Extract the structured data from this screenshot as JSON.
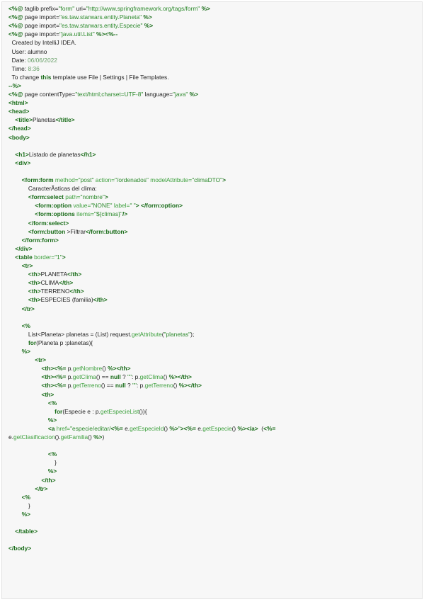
{
  "code_lines": [
    [
      {
        "t": "<%@ ",
        "c": "k"
      },
      {
        "t": "taglib prefix=",
        "c": "p"
      },
      {
        "t": "\"form\"",
        "c": "s"
      },
      {
        "t": " uri=",
        "c": "p"
      },
      {
        "t": "\"http://www.springframework.org/tags/form\"",
        "c": "s"
      },
      {
        "t": " %>",
        "c": "k"
      }
    ],
    [
      {
        "t": "<%@ ",
        "c": "k"
      },
      {
        "t": "page import=",
        "c": "p"
      },
      {
        "t": "\"es.taw.starwars.entity.Planeta\"",
        "c": "s"
      },
      {
        "t": " %>",
        "c": "k"
      }
    ],
    [
      {
        "t": "<%@ ",
        "c": "k"
      },
      {
        "t": "page import=",
        "c": "p"
      },
      {
        "t": "\"es.taw.starwars.entity.Especie\"",
        "c": "s"
      },
      {
        "t": " %>",
        "c": "k"
      }
    ],
    [
      {
        "t": "<%@ ",
        "c": "k"
      },
      {
        "t": "page import=",
        "c": "p"
      },
      {
        "t": "\"java.util.List\"",
        "c": "s"
      },
      {
        "t": " %><%--",
        "c": "k"
      }
    ],
    [
      {
        "t": "  Created by IntelliJ IDEA.",
        "c": "c"
      }
    ],
    [
      {
        "t": "  User: alumno",
        "c": "c"
      }
    ],
    [
      {
        "t": "  Date: ",
        "c": "c"
      },
      {
        "t": "06/06/2022",
        "c": "v"
      }
    ],
    [
      {
        "t": "  Time: ",
        "c": "c"
      },
      {
        "t": "8:36",
        "c": "v"
      }
    ],
    [
      {
        "t": "  To change ",
        "c": "c"
      },
      {
        "t": "this",
        "c": "k"
      },
      {
        "t": " template use File | Settings | File Templates.",
        "c": "c"
      }
    ],
    [
      {
        "t": "--%>",
        "c": "k"
      }
    ],
    [
      {
        "t": "<%@ ",
        "c": "k"
      },
      {
        "t": "page contentType=",
        "c": "p"
      },
      {
        "t": "\"text/html;charset=UTF-8\"",
        "c": "s"
      },
      {
        "t": " language=",
        "c": "p"
      },
      {
        "t": "\"java\"",
        "c": "s"
      },
      {
        "t": " %>",
        "c": "k"
      }
    ],
    [
      {
        "t": "<html>",
        "c": "k"
      }
    ],
    [
      {
        "t": "<head>",
        "c": "k"
      }
    ],
    [
      {
        "t": "    <title>",
        "c": "k"
      },
      {
        "t": "Planetas",
        "c": "p"
      },
      {
        "t": "</title>",
        "c": "k"
      }
    ],
    [
      {
        "t": "</head>",
        "c": "k"
      }
    ],
    [
      {
        "t": "<body>",
        "c": "k"
      }
    ],
    [
      {
        "t": "",
        "c": "p"
      }
    ],
    [
      {
        "t": "    <h1>",
        "c": "k"
      },
      {
        "t": "Listado de planetas",
        "c": "p"
      },
      {
        "t": "</h1>",
        "c": "k"
      }
    ],
    [
      {
        "t": "    <div>",
        "c": "k"
      }
    ],
    [
      {
        "t": "",
        "c": "p"
      }
    ],
    [
      {
        "t": "        <form:form ",
        "c": "k"
      },
      {
        "t": "method=",
        "c": "pr"
      },
      {
        "t": "\"post\"",
        "c": "s"
      },
      {
        "t": " action=",
        "c": "pr"
      },
      {
        "t": "\"/ordenados\"",
        "c": "s"
      },
      {
        "t": " modelAttribute=",
        "c": "pr"
      },
      {
        "t": "\"climaDTO\"",
        "c": "s"
      },
      {
        "t": ">",
        "c": "k"
      }
    ],
    [
      {
        "t": "            CaracterÃ­sticas del clima:",
        "c": "p"
      }
    ],
    [
      {
        "t": "            <form:select ",
        "c": "k"
      },
      {
        "t": "path=",
        "c": "pr"
      },
      {
        "t": "\"nombre\"",
        "c": "s"
      },
      {
        "t": ">",
        "c": "k"
      }
    ],
    [
      {
        "t": "                <form:option ",
        "c": "k"
      },
      {
        "t": "value=",
        "c": "pr"
      },
      {
        "t": "\"NONE\"",
        "c": "s"
      },
      {
        "t": " label=",
        "c": "pr"
      },
      {
        "t": "\" \"",
        "c": "s"
      },
      {
        "t": "> </form:option>",
        "c": "k"
      }
    ],
    [
      {
        "t": "                <form:options ",
        "c": "k"
      },
      {
        "t": "items=",
        "c": "pr"
      },
      {
        "t": "\"${climas}\"",
        "c": "s"
      },
      {
        "t": "/>",
        "c": "k"
      }
    ],
    [
      {
        "t": "            </form:select>",
        "c": "k"
      }
    ],
    [
      {
        "t": "            <form:button ",
        "c": "k"
      },
      {
        "t": ">Filtrar",
        "c": "p"
      },
      {
        "t": "</form:button>",
        "c": "k"
      }
    ],
    [
      {
        "t": "        </form:form>",
        "c": "k"
      }
    ],
    [
      {
        "t": "    </div>",
        "c": "k"
      }
    ],
    [
      {
        "t": "    <table ",
        "c": "k"
      },
      {
        "t": "border=",
        "c": "pr"
      },
      {
        "t": "\"1\"",
        "c": "s"
      },
      {
        "t": ">",
        "c": "k"
      }
    ],
    [
      {
        "t": "        <tr>",
        "c": "k"
      }
    ],
    [
      {
        "t": "            <th>",
        "c": "k"
      },
      {
        "t": "PLANETA",
        "c": "p"
      },
      {
        "t": "</th>",
        "c": "k"
      }
    ],
    [
      {
        "t": "            <th>",
        "c": "k"
      },
      {
        "t": "CLIMA",
        "c": "p"
      },
      {
        "t": "</th>",
        "c": "k"
      }
    ],
    [
      {
        "t": "            <th>",
        "c": "k"
      },
      {
        "t": "TERRENO",
        "c": "p"
      },
      {
        "t": "</th>",
        "c": "k"
      }
    ],
    [
      {
        "t": "            <th>",
        "c": "k"
      },
      {
        "t": "ESPECIES (familia)",
        "c": "p"
      },
      {
        "t": "</th>",
        "c": "k"
      }
    ],
    [
      {
        "t": "        </tr>",
        "c": "k"
      }
    ],
    [
      {
        "t": "",
        "c": "p"
      }
    ],
    [
      {
        "t": "        <%",
        "c": "k"
      }
    ],
    [
      {
        "t": "            List<Planeta> planetas = (List) request.",
        "c": "p"
      },
      {
        "t": "getAttribute",
        "c": "pr"
      },
      {
        "t": "(",
        "c": "p"
      },
      {
        "t": "\"planetas\"",
        "c": "s"
      },
      {
        "t": ");",
        "c": "p"
      }
    ],
    [
      {
        "t": "            ",
        "c": "p"
      },
      {
        "t": "for",
        "c": "k"
      },
      {
        "t": "(Planeta p :planetas){",
        "c": "p"
      }
    ],
    [
      {
        "t": "        %>",
        "c": "k"
      }
    ],
    [
      {
        "t": "                <tr>",
        "c": "k"
      }
    ],
    [
      {
        "t": "                    <th><%= ",
        "c": "k"
      },
      {
        "t": "p.",
        "c": "p"
      },
      {
        "t": "getNombre",
        "c": "pr"
      },
      {
        "t": "() ",
        "c": "p"
      },
      {
        "t": "%></th>",
        "c": "k"
      }
    ],
    [
      {
        "t": "                    <th><%= ",
        "c": "k"
      },
      {
        "t": "p.",
        "c": "p"
      },
      {
        "t": "getClima",
        "c": "pr"
      },
      {
        "t": "() == ",
        "c": "p"
      },
      {
        "t": "null",
        "c": "k"
      },
      {
        "t": " ? ",
        "c": "p"
      },
      {
        "t": "\"\"",
        "c": "s"
      },
      {
        "t": ": p.",
        "c": "p"
      },
      {
        "t": "getClima",
        "c": "pr"
      },
      {
        "t": "() ",
        "c": "p"
      },
      {
        "t": "%></th>",
        "c": "k"
      }
    ],
    [
      {
        "t": "                    <th><%= ",
        "c": "k"
      },
      {
        "t": "p.",
        "c": "p"
      },
      {
        "t": "getTerreno",
        "c": "pr"
      },
      {
        "t": "() == ",
        "c": "p"
      },
      {
        "t": "null",
        "c": "k"
      },
      {
        "t": " ? ",
        "c": "p"
      },
      {
        "t": "\"\"",
        "c": "s"
      },
      {
        "t": ": p.",
        "c": "p"
      },
      {
        "t": "getTerreno",
        "c": "pr"
      },
      {
        "t": "() ",
        "c": "p"
      },
      {
        "t": "%></th>",
        "c": "k"
      }
    ],
    [
      {
        "t": "                    <th>",
        "c": "k"
      }
    ],
    [
      {
        "t": "                        <%",
        "c": "k"
      }
    ],
    [
      {
        "t": "                            ",
        "c": "p"
      },
      {
        "t": "for",
        "c": "k"
      },
      {
        "t": "(Especie e : p.",
        "c": "p"
      },
      {
        "t": "getEspecieList",
        "c": "pr"
      },
      {
        "t": "()){",
        "c": "p"
      }
    ],
    [
      {
        "t": "                        %>",
        "c": "k"
      }
    ],
    [
      {
        "t": "                        <a ",
        "c": "k"
      },
      {
        "t": "href=",
        "c": "pr"
      },
      {
        "t": "\"especie/editar/",
        "c": "s"
      },
      {
        "t": "<%= ",
        "c": "k"
      },
      {
        "t": "e.",
        "c": "p"
      },
      {
        "t": "getEspecieId",
        "c": "pr"
      },
      {
        "t": "() ",
        "c": "p"
      },
      {
        "t": "%>",
        "c": "k"
      },
      {
        "t": "\"",
        "c": "s"
      },
      {
        "t": "><%= ",
        "c": "k"
      },
      {
        "t": "e.",
        "c": "p"
      },
      {
        "t": "getEspecie",
        "c": "pr"
      },
      {
        "t": "() ",
        "c": "p"
      },
      {
        "t": "%></a>",
        "c": "k"
      },
      {
        "t": "  (",
        "c": "p"
      },
      {
        "t": "<%=",
        "c": "k"
      }
    ],
    [
      {
        "t": "e.",
        "c": "p"
      },
      {
        "t": "getClasificacion",
        "c": "pr"
      },
      {
        "t": "().",
        "c": "p"
      },
      {
        "t": "getFamilia",
        "c": "pr"
      },
      {
        "t": "() ",
        "c": "p"
      },
      {
        "t": "%>",
        "c": "k"
      },
      {
        "t": ")",
        "c": "p"
      }
    ],
    [
      {
        "t": "",
        "c": "p"
      }
    ],
    [
      {
        "t": "                        <%",
        "c": "k"
      }
    ],
    [
      {
        "t": "                            }",
        "c": "p"
      }
    ],
    [
      {
        "t": "                        %>",
        "c": "k"
      }
    ],
    [
      {
        "t": "                    </th>",
        "c": "k"
      }
    ],
    [
      {
        "t": "                </tr>",
        "c": "k"
      }
    ],
    [
      {
        "t": "        <%",
        "c": "k"
      }
    ],
    [
      {
        "t": "            }",
        "c": "p"
      }
    ],
    [
      {
        "t": "        %>",
        "c": "k"
      }
    ],
    [
      {
        "t": "",
        "c": "p"
      }
    ],
    [
      {
        "t": "    </table>",
        "c": "k"
      }
    ],
    [
      {
        "t": "",
        "c": "p"
      }
    ],
    [
      {
        "t": "</body>",
        "c": "k"
      }
    ]
  ]
}
